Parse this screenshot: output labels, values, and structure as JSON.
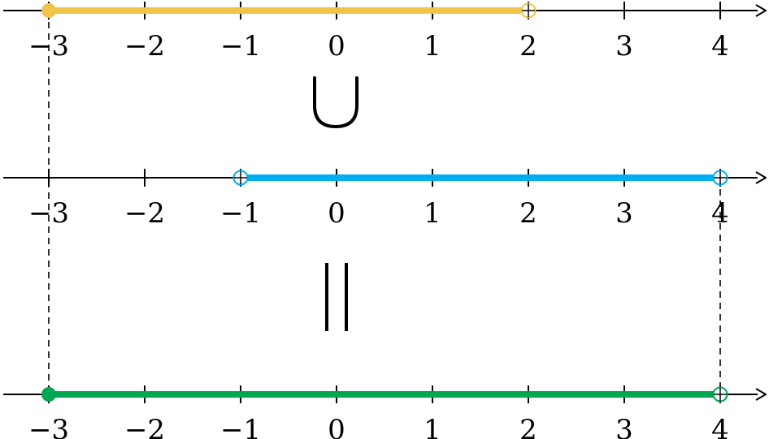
{
  "ticks": [
    -3,
    -2,
    -1,
    0,
    1,
    2,
    3,
    4
  ],
  "tick_labels": [
    "−3",
    "−2",
    "−1",
    "0",
    "1",
    "2",
    "3",
    "4"
  ],
  "number_lines": [
    {
      "name": "first-interval",
      "color": "#F0C34A",
      "from": -3,
      "to": 2,
      "from_closed": true,
      "to_closed": false
    },
    {
      "name": "second-interval",
      "color": "#00AEEF",
      "from": -1,
      "to": 4,
      "from_closed": false,
      "to_closed": false
    },
    {
      "name": "union-result",
      "color": "#00A650",
      "from": -3,
      "to": 4,
      "from_closed": true,
      "to_closed": false
    }
  ],
  "guides": [
    -3,
    4
  ],
  "operators": {
    "union": "∪",
    "equals": "||"
  }
}
